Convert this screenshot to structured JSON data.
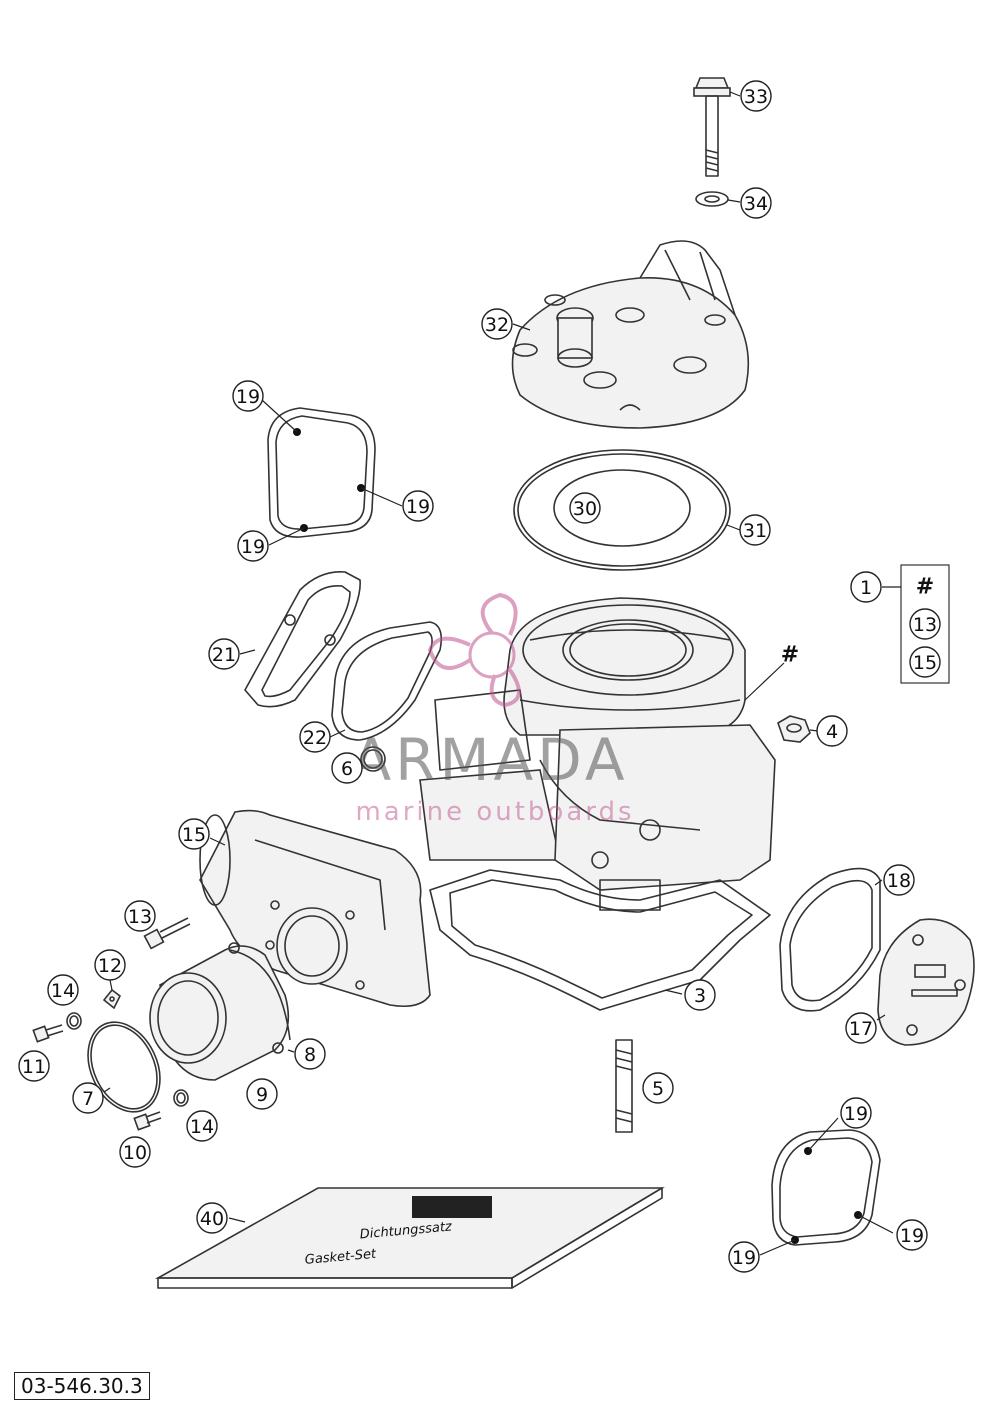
{
  "drawing": {
    "code": "03-546.30.3",
    "kit_symbol": "#",
    "kit_label": "1",
    "kit_contents": [
      "#",
      "13",
      "15"
    ]
  },
  "watermark": {
    "brand": "ARMADA",
    "tagline": "marine outboards",
    "color": "#c0558f"
  },
  "package": {
    "line1": "Dichtungssatz",
    "line2": "Gasket-Set"
  },
  "callouts": [
    {
      "id": "c33",
      "label": "33"
    },
    {
      "id": "c34",
      "label": "34"
    },
    {
      "id": "c32",
      "label": "32"
    },
    {
      "id": "c19a",
      "label": "19"
    },
    {
      "id": "c19b",
      "label": "19"
    },
    {
      "id": "c19c",
      "label": "19"
    },
    {
      "id": "c30",
      "label": "30"
    },
    {
      "id": "c31",
      "label": "31"
    },
    {
      "id": "c21",
      "label": "21"
    },
    {
      "id": "c22",
      "label": "22"
    },
    {
      "id": "c4",
      "label": "4"
    },
    {
      "id": "c6",
      "label": "6"
    },
    {
      "id": "c15",
      "label": "15"
    },
    {
      "id": "c18",
      "label": "18"
    },
    {
      "id": "c13",
      "label": "13"
    },
    {
      "id": "c12",
      "label": "12"
    },
    {
      "id": "c14a",
      "label": "14"
    },
    {
      "id": "c11",
      "label": "11"
    },
    {
      "id": "c3",
      "label": "3"
    },
    {
      "id": "c17",
      "label": "17"
    },
    {
      "id": "c8",
      "label": "8"
    },
    {
      "id": "c7",
      "label": "7"
    },
    {
      "id": "c9",
      "label": "9"
    },
    {
      "id": "c5",
      "label": "5"
    },
    {
      "id": "c14b",
      "label": "14"
    },
    {
      "id": "c10",
      "label": "10"
    },
    {
      "id": "c19d",
      "label": "19"
    },
    {
      "id": "c40",
      "label": "40"
    },
    {
      "id": "c19e",
      "label": "19"
    },
    {
      "id": "c19f",
      "label": "19"
    }
  ]
}
